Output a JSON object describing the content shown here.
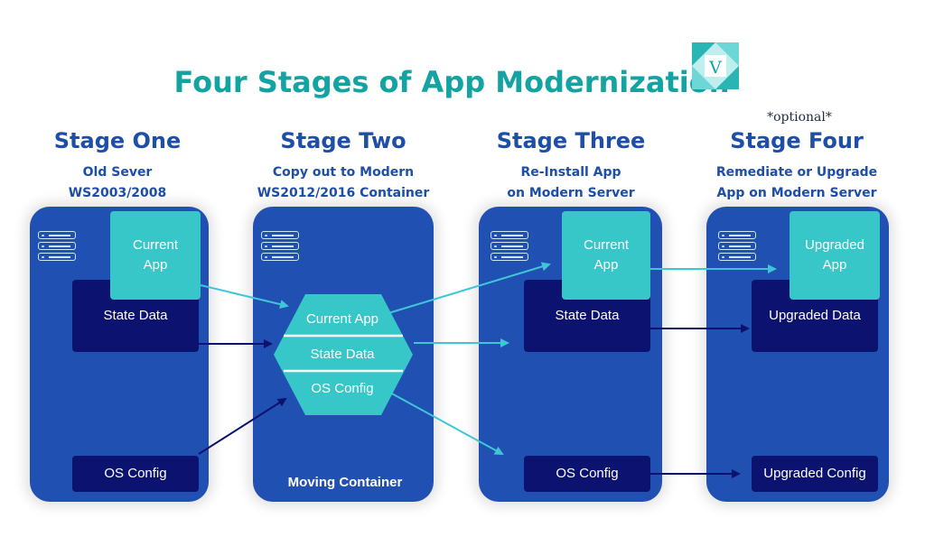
{
  "title": "Four Stages of App Modernization",
  "optional_note": "*optional*",
  "stages": [
    {
      "title": "Stage One",
      "subtitle_line1": "Old Sever",
      "subtitle_line2": "WS2003/2008",
      "app": "Current App",
      "state": "State Data",
      "os": "OS Config"
    },
    {
      "title": "Stage Two",
      "subtitle_line1": "Copy out to Modern",
      "subtitle_line2": "WS2012/2016 Container",
      "container_label": "Moving Container",
      "hex_rows": [
        "Current App",
        "State Data",
        "OS Config"
      ]
    },
    {
      "title": "Stage Three",
      "subtitle_line1": "Re-Install App",
      "subtitle_line2": "on Modern Server",
      "app": "Current App",
      "state": "State Data",
      "os": "OS Config"
    },
    {
      "title": "Stage Four",
      "subtitle_line1": "Remediate or Upgrade",
      "subtitle_line2": "App on Modern Server",
      "app": "Upgraded App",
      "state": "Upgraded Data",
      "os": "Upgraded Config"
    }
  ],
  "logo_letter": "V",
  "colors": {
    "title": "#14a3a3",
    "stage_heading": "#1e4ea8",
    "panel": "#2150b3",
    "dark_box": "#0b1270",
    "teal_box": "#37c7c9",
    "arrow_teal": "#3fc6d6",
    "arrow_dark": "#0b1270"
  }
}
